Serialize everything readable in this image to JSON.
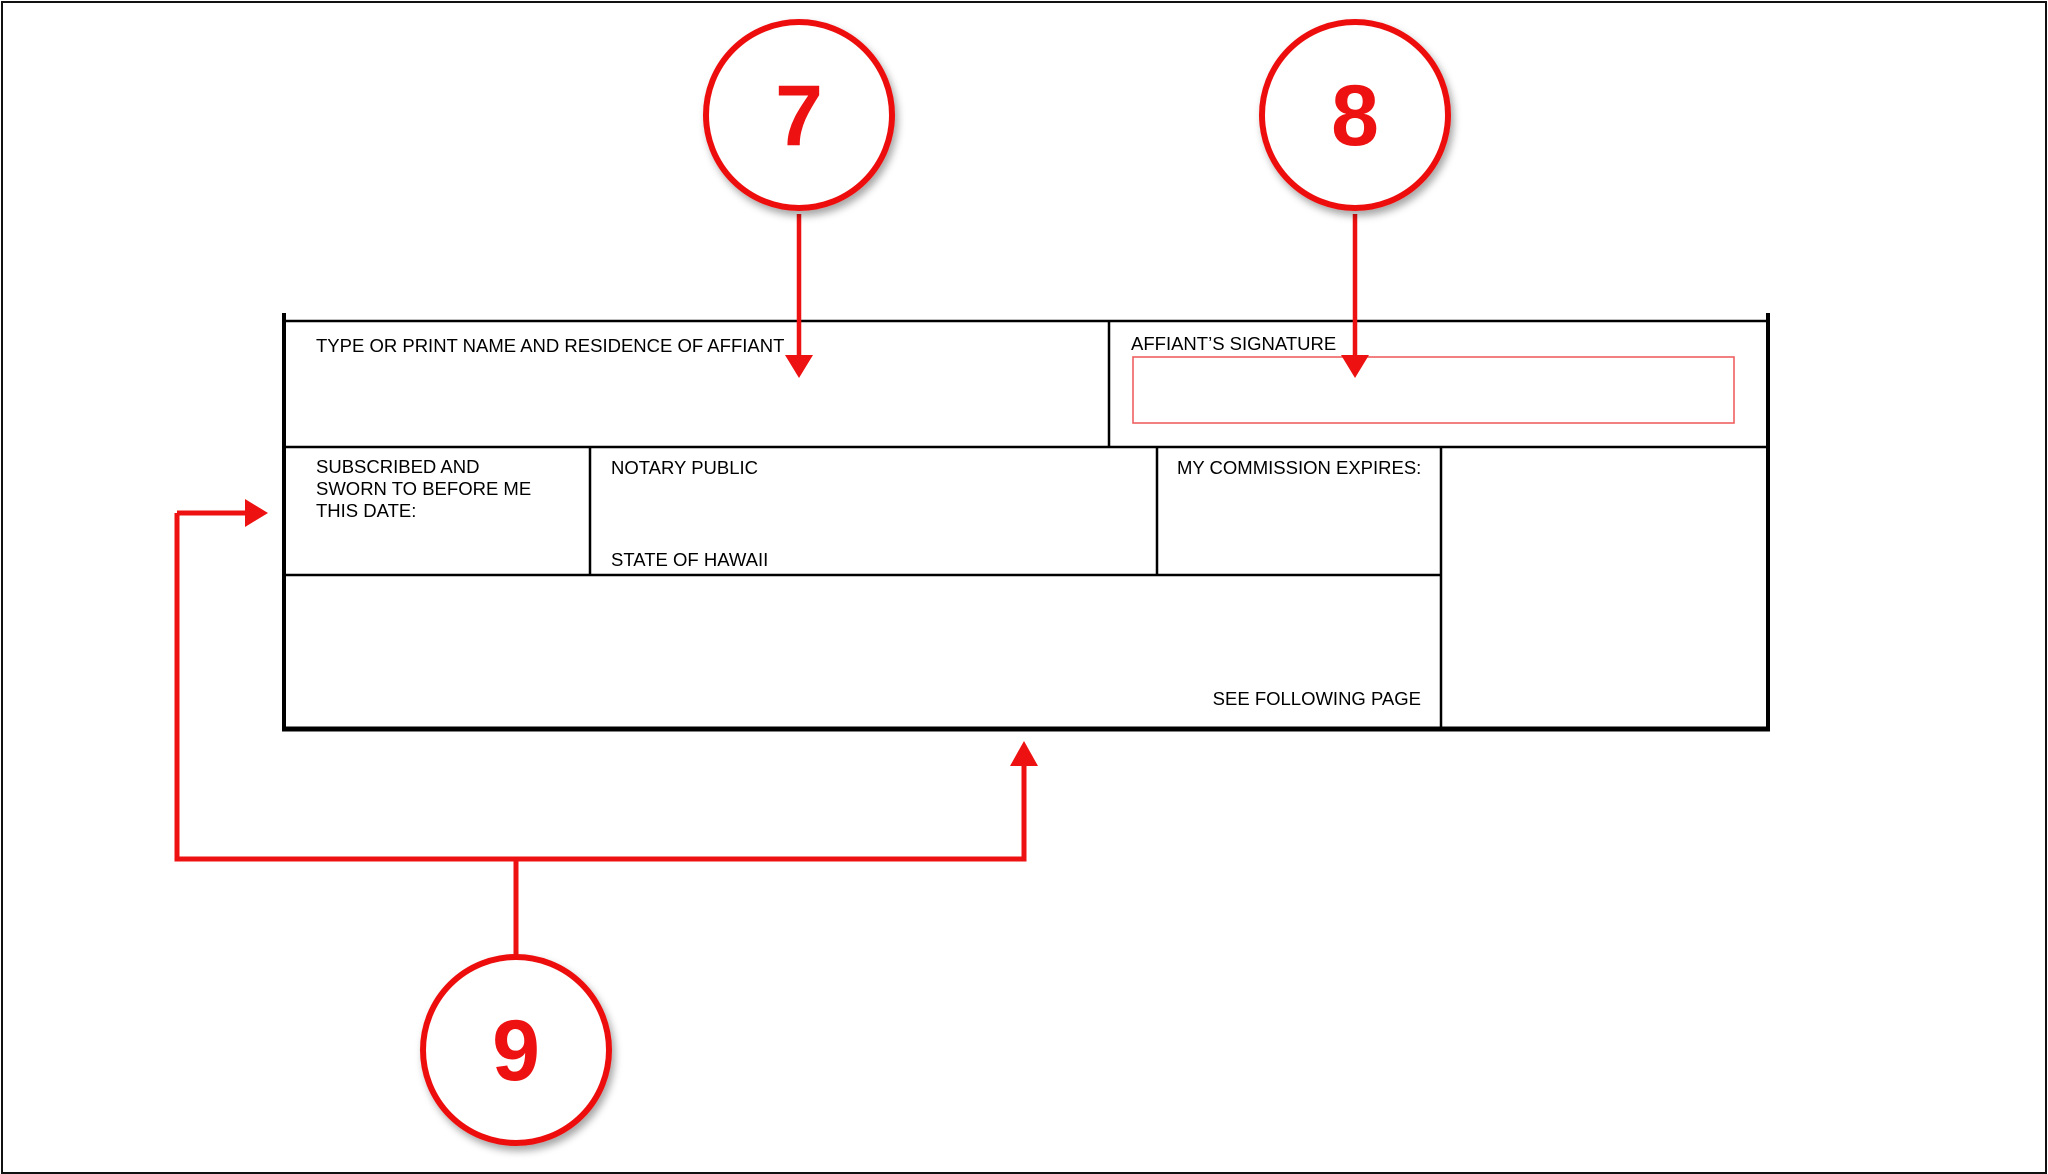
{
  "form": {
    "affiant_name_label": "TYPE OR PRINT NAME AND RESIDENCE OF AFFIANT",
    "affiant_signature_label": "AFFIANT’S SIGNATURE",
    "subscribed_line1": "SUBSCRIBED AND",
    "subscribed_line2": "SWORN TO BEFORE ME",
    "subscribed_line3": "THIS DATE:",
    "notary_public_label": "NOTARY PUBLIC",
    "state_label": "STATE OF HAWAII",
    "commission_expires_label": "MY COMMISSION EXPIRES:",
    "see_following_label": "SEE FOLLOWING PAGE"
  },
  "callouts": {
    "seven": "7",
    "eight": "8",
    "nine": "9"
  },
  "colors": {
    "callout_red": "#ee1111",
    "form_line": "#000000"
  }
}
